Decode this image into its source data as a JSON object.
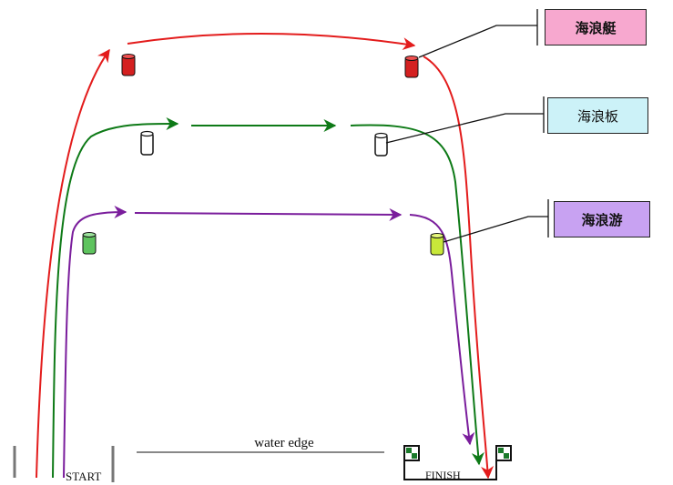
{
  "labels": {
    "boat": {
      "text": "海浪艇",
      "bg": "#f7a8cf",
      "bold": true
    },
    "board": {
      "text": "海浪板",
      "bg": "#ccf2f8",
      "bold": false
    },
    "swim": {
      "text": "海浪游",
      "bg": "#c8a2f2",
      "bold": true
    }
  },
  "ground": {
    "water_edge": "water edge",
    "start": "START",
    "finish": "FINISH"
  },
  "colors": {
    "red": "#e31c1c",
    "green": "#0e7a17",
    "purple": "#7a1d9c",
    "ink": "#111111"
  }
}
